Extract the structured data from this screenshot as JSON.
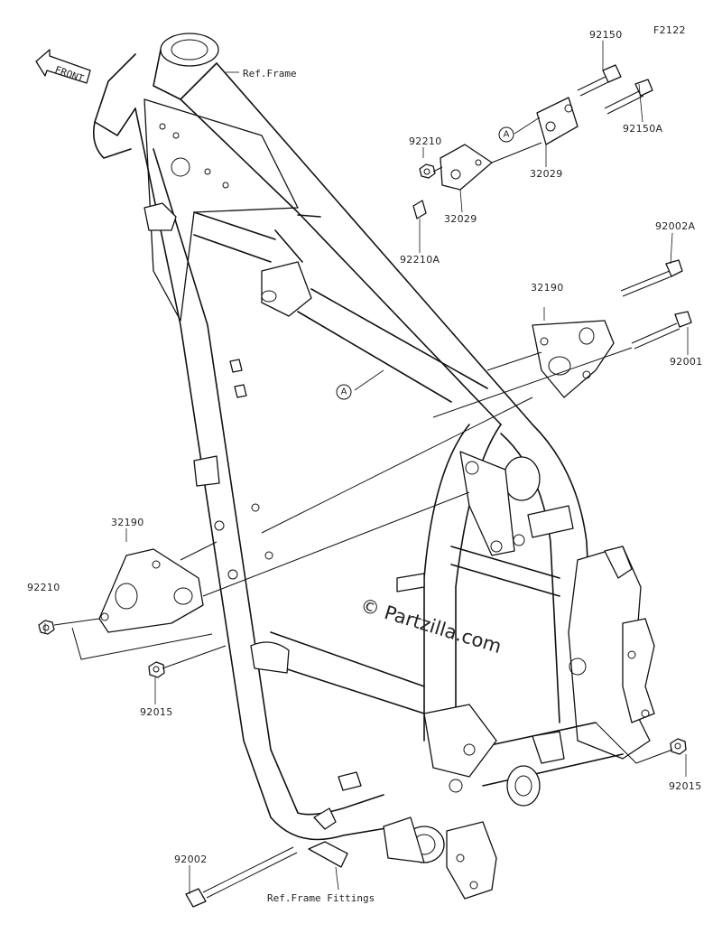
{
  "figure_code": "F2122",
  "watermark": "© Partzilla.com",
  "front_label": "FRONT",
  "ref_frame": "Ref.Frame",
  "ref_frame_fittings": "Ref.Frame Fittings",
  "marker_a": "A",
  "parts": {
    "p92150": "92150",
    "p92150A": "92150A",
    "p92210_top": "92210",
    "p32029_upper": "32029",
    "p32029_lower": "32029",
    "p92210A": "92210A",
    "p92002A": "92002A",
    "p32190_right": "32190",
    "p92001": "92001",
    "p32190_left": "32190",
    "p92210_left": "92210",
    "p92015_left": "92015",
    "p92015_right": "92015",
    "p92002_bottom": "92002"
  }
}
